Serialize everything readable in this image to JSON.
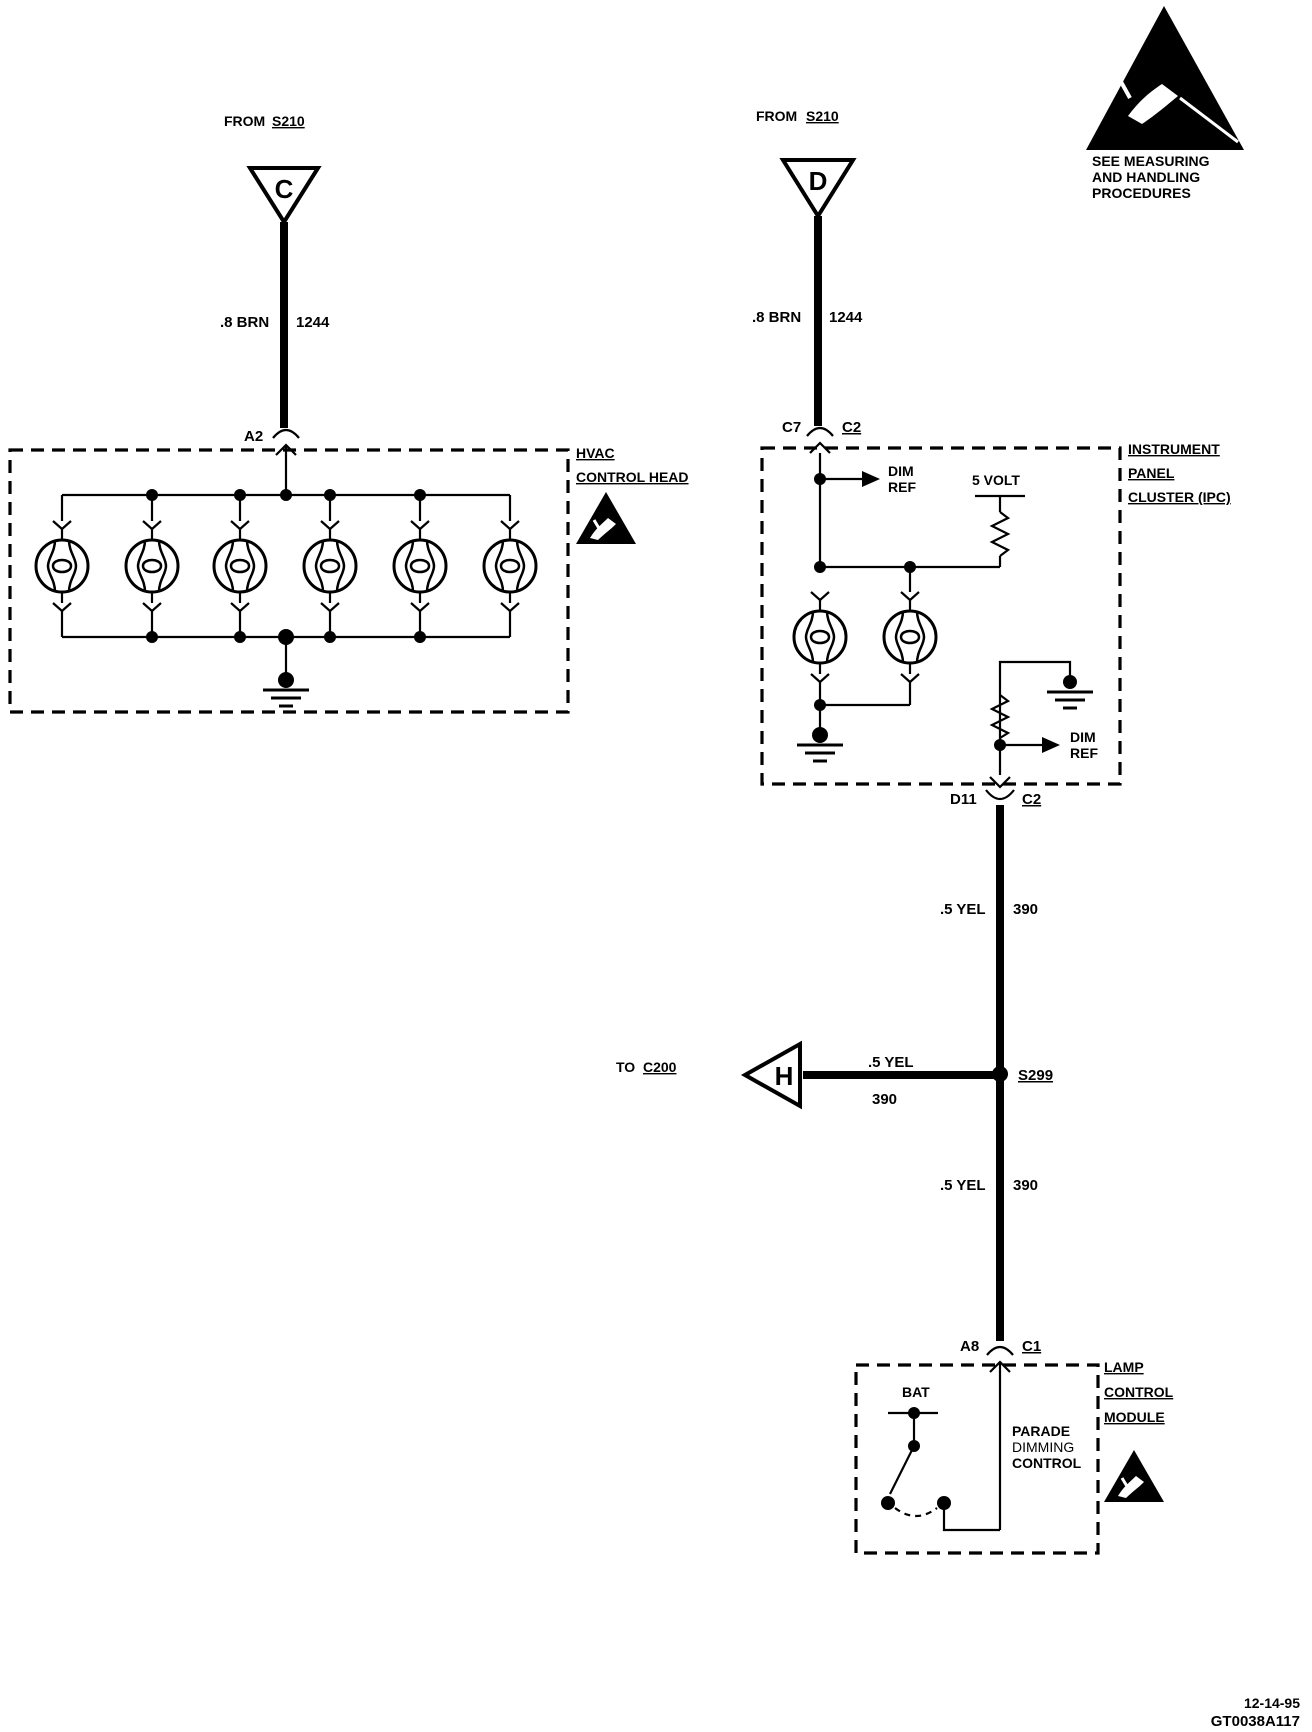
{
  "left_circuit": {
    "source_prefix": "FROM",
    "source_splice": "S210",
    "connector_letter": "C",
    "wire_gauge_color": ".8 BRN",
    "circuit_number": "1244",
    "pin": "A2",
    "module_line1": "HVAC",
    "module_line2": "CONTROL HEAD"
  },
  "right_circuit": {
    "source_prefix": "FROM",
    "source_splice": "S210",
    "connector_letter": "D",
    "wire_gauge_color": ".8 BRN",
    "circuit_number": "1244",
    "top_pin": "C7",
    "top_connector": "C2",
    "module_line1": "INSTRUMENT",
    "module_line2": "PANEL",
    "module_line3": "CLUSTER (IPC)",
    "dim_ref_top_1": "DIM",
    "dim_ref_top_2": "REF",
    "five_volt": "5 VOLT",
    "dim_ref_bottom_1": "DIM",
    "dim_ref_bottom_2": "REF",
    "bottom_pin": "D11",
    "bottom_connector": "C2",
    "wire_yel_upper": ".5 YEL",
    "circuit_upper": "390",
    "splice": "S299",
    "branch_prefix": "TO",
    "branch_dest": "C200",
    "branch_letter": "H",
    "branch_wire": ".5 YEL",
    "branch_circuit": "390",
    "wire_yel_lower": ".5 YEL",
    "circuit_lower": "390",
    "lcm_pin": "A8",
    "lcm_connector": "C1",
    "lcm_line1": "LAMP",
    "lcm_line2": "CONTROL",
    "lcm_line3": "MODULE",
    "bat": "BAT",
    "parade_1": "PARADE",
    "parade_2": "DIMMING",
    "parade_3": "CONTROL"
  },
  "esd_notice": {
    "line1": "SEE MEASURING",
    "line2": "AND HANDLING",
    "line3": "PROCEDURES"
  },
  "footer": {
    "date": "12-14-95",
    "code": "GT0038A117"
  }
}
